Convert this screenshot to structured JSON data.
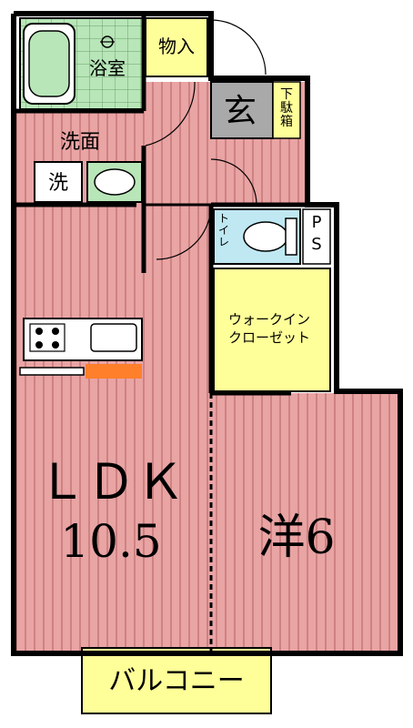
{
  "rooms": {
    "bathroom": "浴室",
    "storage": "物入",
    "washroom": "洗面",
    "washer": "洗",
    "shoe_box": "下駄箱",
    "toilet": "トイレ",
    "ps": "PS",
    "closet_line1": "ウォークイン",
    "closet_line2": "クローゼット",
    "ldk_label": "ＬＤＫ",
    "ldk_size": "10.5",
    "western_label": "洋6",
    "balcony": "バルコニー"
  },
  "colors": {
    "floor": "#e9a4a4",
    "floor_stripe": "#c97a7a",
    "wet_area": "#b8e6b8",
    "toilet_area": "#bfe8f2",
    "storage": "#ffff99",
    "shoe_box": "#a9a9a9",
    "kitchen_counter": "#ff7f2a",
    "wall": "#000000"
  }
}
